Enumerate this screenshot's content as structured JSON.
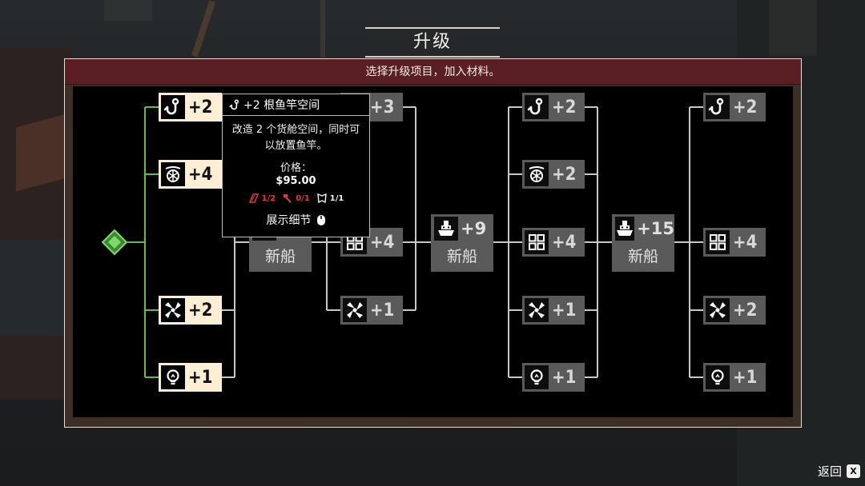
{
  "header": {
    "title": "升级"
  },
  "panel": {
    "subtitle": "选择升级项目，加入材料。"
  },
  "colors": {
    "active_node": "#fcefd6",
    "inactive_node": "#5a5a5a",
    "tree_line_active": "#5fbf4a",
    "tree_line_inactive": "#c8c8c8",
    "panel_bar": "#5a1f22",
    "cost_missing": "#e23b3b"
  },
  "nodes": [
    {
      "id": "t1-rod",
      "icon": "hook-icon",
      "value": "+2",
      "state": "active"
    },
    {
      "id": "t1-net",
      "icon": "net-icon",
      "value": "+4",
      "state": "active"
    },
    {
      "id": "t1-engine",
      "icon": "propeller-icon",
      "value": "+2",
      "state": "active"
    },
    {
      "id": "t1-light",
      "icon": "bulb-icon",
      "value": "+1",
      "state": "active"
    },
    {
      "id": "t2-rod",
      "icon": "hook-icon",
      "value": "+3",
      "state": "inactive"
    },
    {
      "id": "t2-hold",
      "icon": "grid-icon",
      "value": "+4",
      "state": "inactive"
    },
    {
      "id": "t2-engine",
      "icon": "propeller-icon",
      "value": "+1",
      "state": "inactive"
    },
    {
      "id": "t3-rod",
      "icon": "hook-icon",
      "value": "+2",
      "state": "inactive"
    },
    {
      "id": "t3-net",
      "icon": "net-icon",
      "value": "+2",
      "state": "inactive"
    },
    {
      "id": "t3-hold",
      "icon": "grid-icon",
      "value": "+4",
      "state": "inactive"
    },
    {
      "id": "t3-engine",
      "icon": "propeller-icon",
      "value": "+1",
      "state": "inactive"
    },
    {
      "id": "t3-light",
      "icon": "bulb-icon",
      "value": "+1",
      "state": "inactive"
    },
    {
      "id": "t4-rod",
      "icon": "hook-icon",
      "value": "+2",
      "state": "inactive"
    },
    {
      "id": "t4-hold",
      "icon": "grid-icon",
      "value": "+4",
      "state": "inactive"
    },
    {
      "id": "t4-engine",
      "icon": "propeller-icon",
      "value": "+2",
      "state": "inactive"
    },
    {
      "id": "t4-light",
      "icon": "bulb-icon",
      "value": "+1",
      "state": "inactive"
    }
  ],
  "ships": [
    {
      "id": "ship-1",
      "icon": "ship-icon",
      "value": "",
      "label": "新船"
    },
    {
      "id": "ship-2",
      "icon": "ship-icon",
      "value": "+9",
      "label": "新船"
    },
    {
      "id": "ship-3",
      "icon": "ship-icon",
      "value": "+15",
      "label": "新船"
    }
  ],
  "tooltip": {
    "icon": "hook-icon",
    "title": "+2 根鱼竿空间",
    "description": "改造 2 个货舱空间，同时可以放置鱼竿。",
    "price_label": "价格：",
    "price": "$95.00",
    "materials": [
      {
        "icon": "plank-icon",
        "count": "1/2",
        "color": "red"
      },
      {
        "icon": "bolt-icon",
        "count": "0/1",
        "color": "red"
      },
      {
        "icon": "cloth-icon",
        "count": "1/1",
        "color": "white"
      }
    ],
    "detail_label": "展示细节",
    "detail_icon": "mouse-icon"
  },
  "footer": {
    "back_label": "返回",
    "back_key": "X"
  }
}
